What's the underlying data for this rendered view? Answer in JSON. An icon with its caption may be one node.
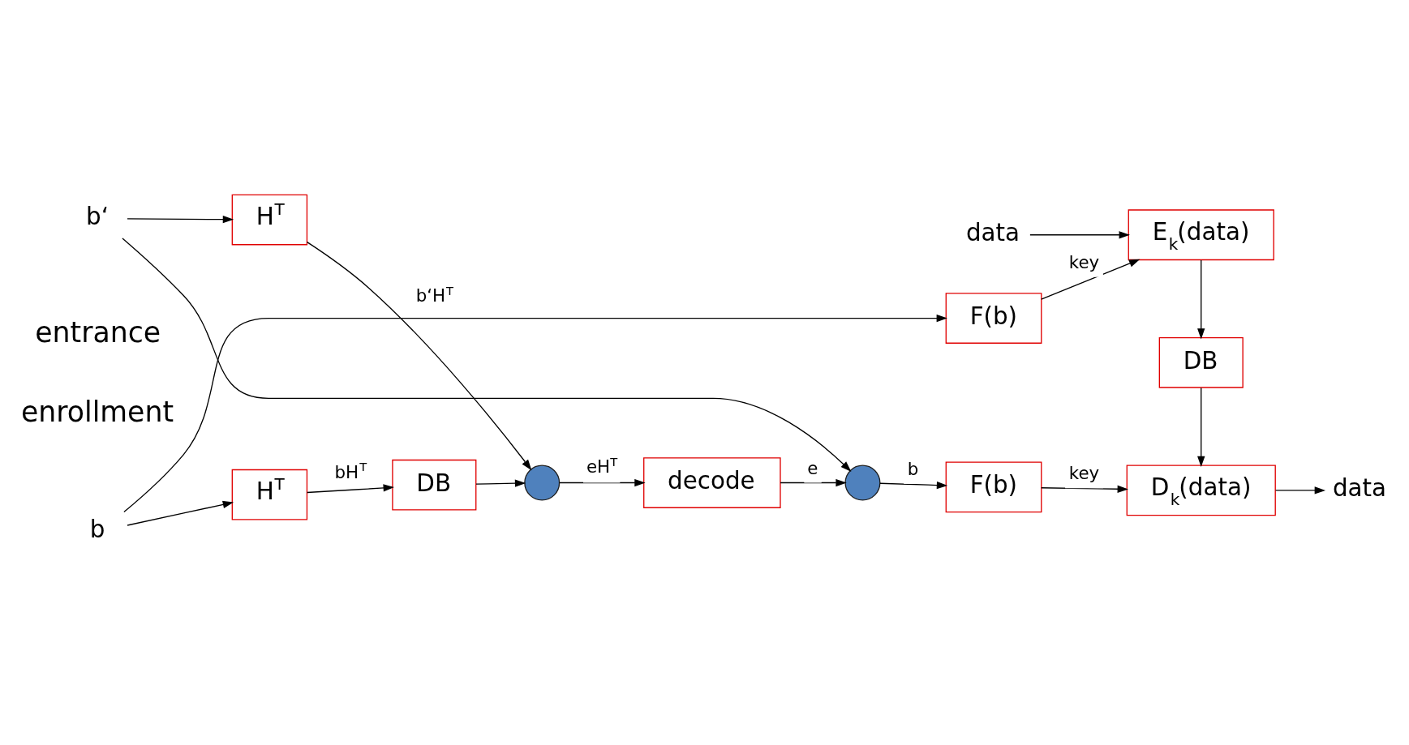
{
  "diagram": {
    "nodes": [
      {
        "text": [
          "b"
        ]
      },
      {
        "text": [
          "F(b)"
        ]
      },
      {
        "text": [
          "E$_{k}$(data)"
        ]
      },
      {
        "text": [
          "data"
        ]
      },
      {
        "text": [
          "H$^{T}$"
        ]
      },
      {
        "text": [
          "DB"
        ]
      },
      {
        "text": [
          "DB"
        ]
      },
      {
        "text": [
          "b‘"
        ]
      },
      {
        "text": [
          "H$^{T}$"
        ]
      },
      {
        "text": [],
        "shape": "circle"
      },
      {
        "text": [
          "decode"
        ]
      },
      {
        "text": [],
        "shape": "circle"
      },
      {
        "text": [
          "F(b)"
        ]
      },
      {
        "text": [
          "D$_{k}$(data)"
        ]
      },
      {
        "text": [
          "data"
        ]
      }
    ],
    "edges": [
      {
        "from": 0,
        "to": 1,
        "arrow": "to"
      },
      {
        "from": 0,
        "to": 4,
        "arrow": "to"
      },
      {
        "from": 1,
        "to": 2,
        "arrow": "to",
        "label": "key"
      },
      {
        "from": 3,
        "to": 2,
        "arrow": "to"
      },
      {
        "from": 2,
        "to": 6,
        "arrow": "to"
      },
      {
        "from": 4,
        "to": 5,
        "arrow": "to",
        "label": "bH$^{T}$"
      },
      {
        "from": 5,
        "to": 9,
        "arrow": "to"
      },
      {
        "from": 7,
        "to": 8,
        "arrow": "to"
      },
      {
        "from": 8,
        "to": 9,
        "arrow": "to",
        "label": "b‘H$^{T}$"
      },
      {
        "from": 9,
        "to": 10,
        "arrow": "to",
        "label": "eH$^{T}$"
      },
      {
        "from": 10,
        "to": 11,
        "arrow": "to",
        "label": "e"
      },
      {
        "from": 7,
        "to": 11,
        "arrow": "to"
      },
      {
        "from": 11,
        "to": 12,
        "arrow": "to",
        "label": "b"
      },
      {
        "from": 12,
        "to": 13,
        "arrow": "to",
        "label": "key"
      },
      {
        "from": 6,
        "to": 13,
        "arrow": "to"
      },
      {
        "from": 13,
        "to": 14,
        "arrow": "to"
      }
    ],
    "labels": [
      "enrollment",
      "entrance"
    ]
  }
}
